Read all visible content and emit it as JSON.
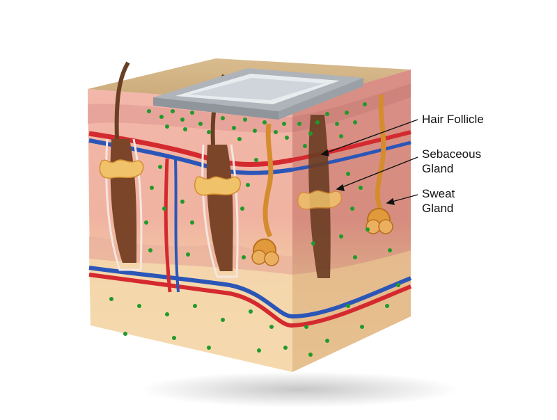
{
  "labels": {
    "hair_follicle": "Hair Follicle",
    "sebaceous_gland": [
      "Sebaceous",
      "Gland"
    ],
    "sweat_gland": [
      "Sweat",
      "Gland"
    ]
  },
  "colors": {
    "epidermis": "#e9a9a2",
    "dermis": "#f1b9a7",
    "hypodermis": "#f5d6a8",
    "artery": "#d42a2f",
    "vein": "#2b56b8",
    "hair": "#6b3f24",
    "gland": "#d58c2e",
    "dots": "#1f9a2a",
    "device": "#c9ccd0"
  }
}
